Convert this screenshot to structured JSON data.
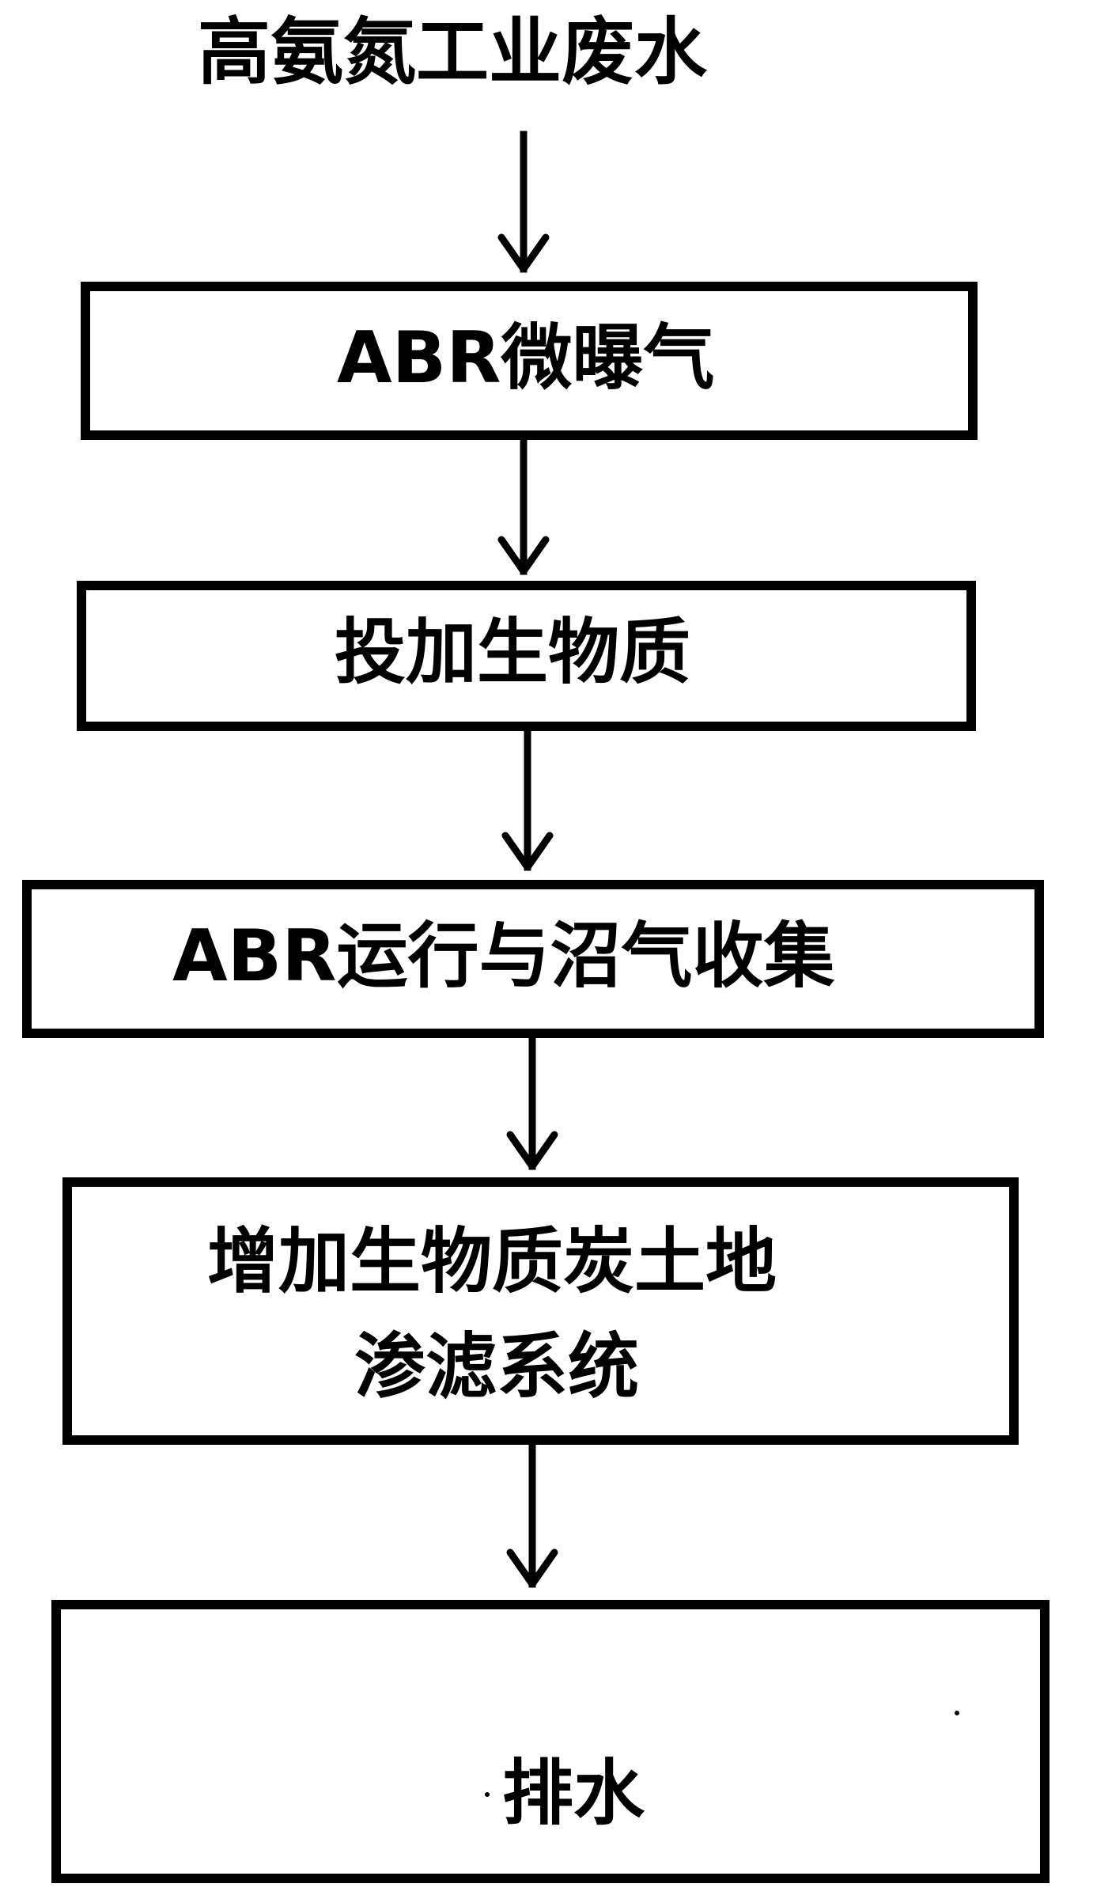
{
  "diagram": {
    "source": {
      "label": "高氨氮工业废水"
    },
    "steps": [
      {
        "id": "abr-micro-aeration",
        "lines": [
          "ABR微曝气"
        ]
      },
      {
        "id": "biomass-dosing",
        "lines": [
          "投加生物质"
        ]
      },
      {
        "id": "abr-operation-biogas",
        "lines": [
          "ABR运行与沼气收集"
        ]
      },
      {
        "id": "biochar-land-infiltration",
        "lines": [
          "增加生物质炭土地",
          "渗滤系统"
        ]
      },
      {
        "id": "drainage",
        "lines": [
          "排水"
        ]
      }
    ]
  }
}
